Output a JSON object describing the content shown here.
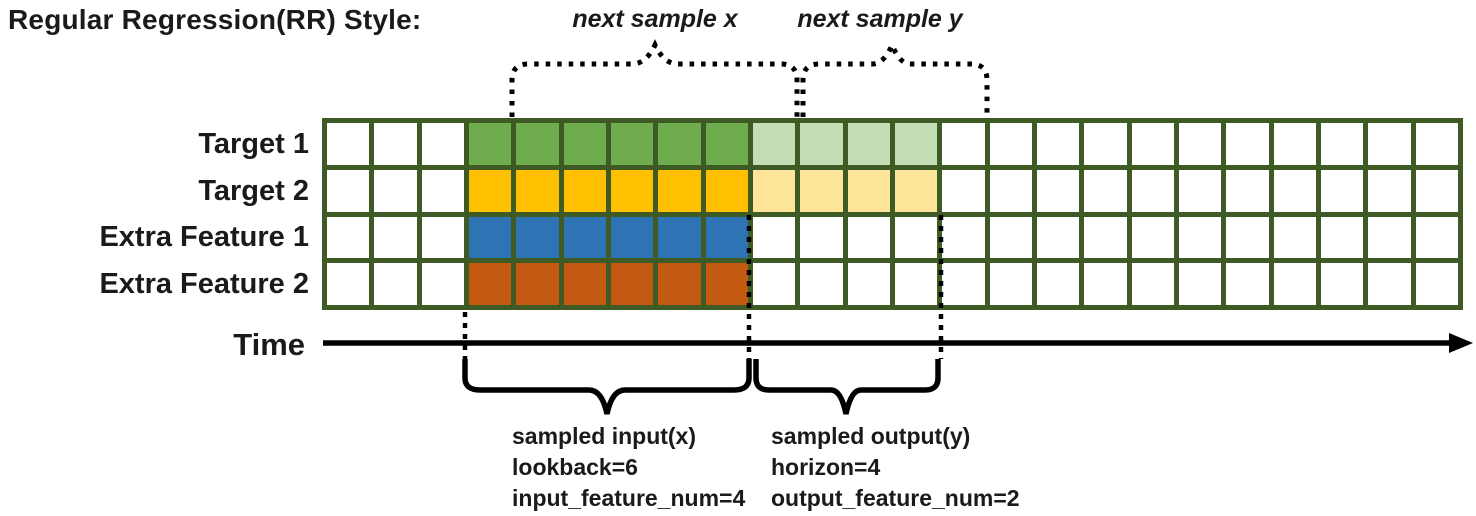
{
  "title": "Regular Regression(RR) Style:",
  "colors": {
    "grid_line": "#3e5b26",
    "empty_cell": "#ffffff",
    "annotation_ink": "#000000"
  },
  "grid": {
    "columns": 24,
    "input_start_col": 3,
    "lookback": 6,
    "horizon": 4,
    "rows": [
      {
        "label": "Target 1",
        "input_color": "#6fac4d",
        "output_color": "#c5ddb5"
      },
      {
        "label": "Target 2",
        "input_color": "#ffc000",
        "output_color": "#ffe599"
      },
      {
        "label": "Extra Feature 1",
        "input_color": "#2e74b5",
        "output_color": null
      },
      {
        "label": "Extra Feature 2",
        "input_color": "#c45911",
        "output_color": null
      }
    ]
  },
  "top_annotations": {
    "next_sample_x": "next sample x",
    "next_sample_y": "next sample y"
  },
  "time_axis": {
    "label": "Time"
  },
  "bottom_annotations": {
    "input": {
      "lines": [
        "sampled input(x)",
        "lookback=6",
        "input_feature_num=4"
      ]
    },
    "output": {
      "lines": [
        "sampled output(y)",
        "horizon=4",
        "output_feature_num=2"
      ]
    }
  }
}
